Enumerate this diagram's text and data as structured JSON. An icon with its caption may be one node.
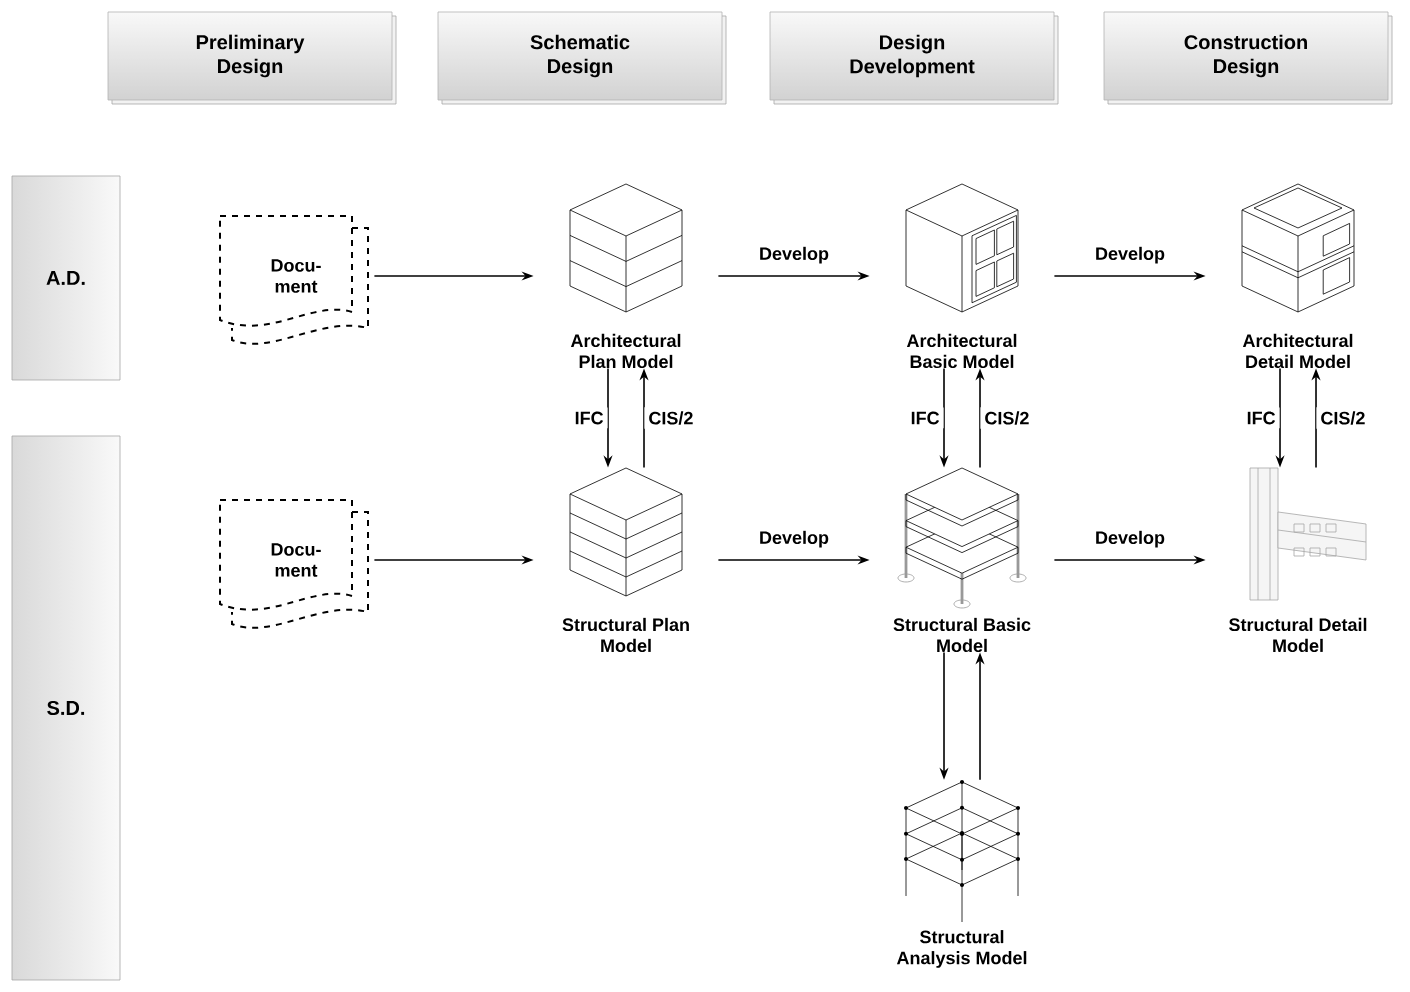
{
  "diagram": {
    "nodes": [
      {
        "text": [
          "Preliminary Design"
        ]
      },
      {
        "text": [
          "Schematic Design"
        ]
      },
      {
        "text": [
          "Design Development"
        ]
      },
      {
        "text": [
          "Construction Design"
        ]
      },
      {
        "text": [
          "A.D."
        ]
      },
      {
        "text": [
          "S.D."
        ]
      },
      {
        "text": [
          "Docu- ment"
        ]
      },
      {
        "text": [
          "Architectural Plan Model"
        ]
      },
      {
        "text": [
          "Architectural Basic Model"
        ]
      },
      {
        "text": [
          "Architectural Detail Model"
        ]
      },
      {
        "text": [
          "Docu- ment"
        ]
      },
      {
        "text": [
          "Structural Plan Model"
        ]
      },
      {
        "text": [
          "Structural Basic Model"
        ]
      },
      {
        "text": [
          "Structural Detail Model"
        ]
      },
      {
        "text": [
          "Structural Analysis Model"
        ]
      }
    ],
    "edges": [
      {
        "from": 6,
        "to": 7,
        "arrow": "to"
      },
      {
        "from": 7,
        "to": 8,
        "arrow": "to",
        "label": "Develop"
      },
      {
        "from": 8,
        "to": 9,
        "arrow": "to",
        "label": "Develop"
      },
      {
        "from": 10,
        "to": 11,
        "arrow": "to"
      },
      {
        "from": 11,
        "to": 12,
        "arrow": "to",
        "label": "Develop"
      },
      {
        "from": 12,
        "to": 13,
        "arrow": "to",
        "label": "Develop"
      },
      {
        "from": 7,
        "to": 11,
        "arrow": "to",
        "label": "IFC"
      },
      {
        "from": 11,
        "to": 7,
        "arrow": "to",
        "label": "CIS/2"
      },
      {
        "from": 8,
        "to": 12,
        "arrow": "to",
        "label": "IFC"
      },
      {
        "from": 12,
        "to": 8,
        "arrow": "to",
        "label": "CIS/2"
      },
      {
        "from": 9,
        "to": 13,
        "arrow": "to",
        "label": "IFC"
      },
      {
        "from": 13,
        "to": 9,
        "arrow": "to",
        "label": "CIS/2"
      },
      {
        "from": 12,
        "to": 14,
        "arrow": "to"
      },
      {
        "from": 14,
        "to": 12,
        "arrow": "to"
      }
    ]
  }
}
